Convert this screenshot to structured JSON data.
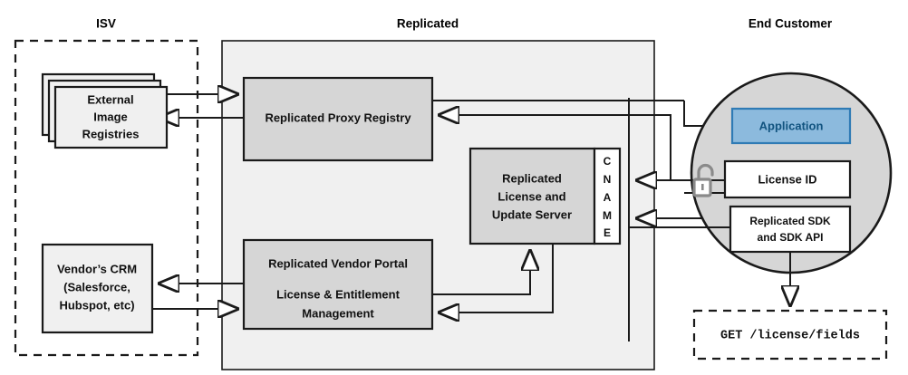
{
  "diagram": {
    "title_isv": "ISV",
    "title_replicated": "Replicated",
    "title_end_customer": "End Customer",
    "colors": {
      "zone_fill": "#f0f0f0",
      "node_gray": "#d6d6d6",
      "node_light": "#f0f0f0",
      "node_white": "#ffffff",
      "app_fill": "#8cbadd",
      "app_stroke": "#2f7bb5",
      "app_text": "#11537f",
      "circle_fill": "#d6d6d6",
      "stroke": "#1a1a1a",
      "lock": "#8a8a8a"
    }
  },
  "isv": {
    "external_registries": {
      "line1": "External",
      "line2": "Image",
      "line3": "Registries"
    },
    "vendor_crm": {
      "line1": "Vendor’s CRM",
      "line2": "(Salesforce,",
      "line3": "Hubspot, etc)"
    }
  },
  "replicated": {
    "proxy_registry": {
      "label": "Replicated Proxy Registry"
    },
    "license_update_server": {
      "line1": "Replicated",
      "line2": "License and",
      "line3": "Update Server"
    },
    "cname": {
      "letters": [
        "C",
        "N",
        "A",
        "M",
        "E"
      ],
      "label": "CNAME"
    },
    "vendor_portal": {
      "line1": "Replicated Vendor Portal",
      "line2": "License & Entitlement",
      "line3": "Management"
    }
  },
  "end_customer": {
    "application": {
      "label": "Application"
    },
    "license_id": {
      "label": "License ID"
    },
    "sdk": {
      "line1": "Replicated SDK",
      "line2": "and SDK API"
    },
    "lock_icon": "unlocked-padlock-icon",
    "api_call": {
      "text": "GET /license/fields"
    }
  }
}
